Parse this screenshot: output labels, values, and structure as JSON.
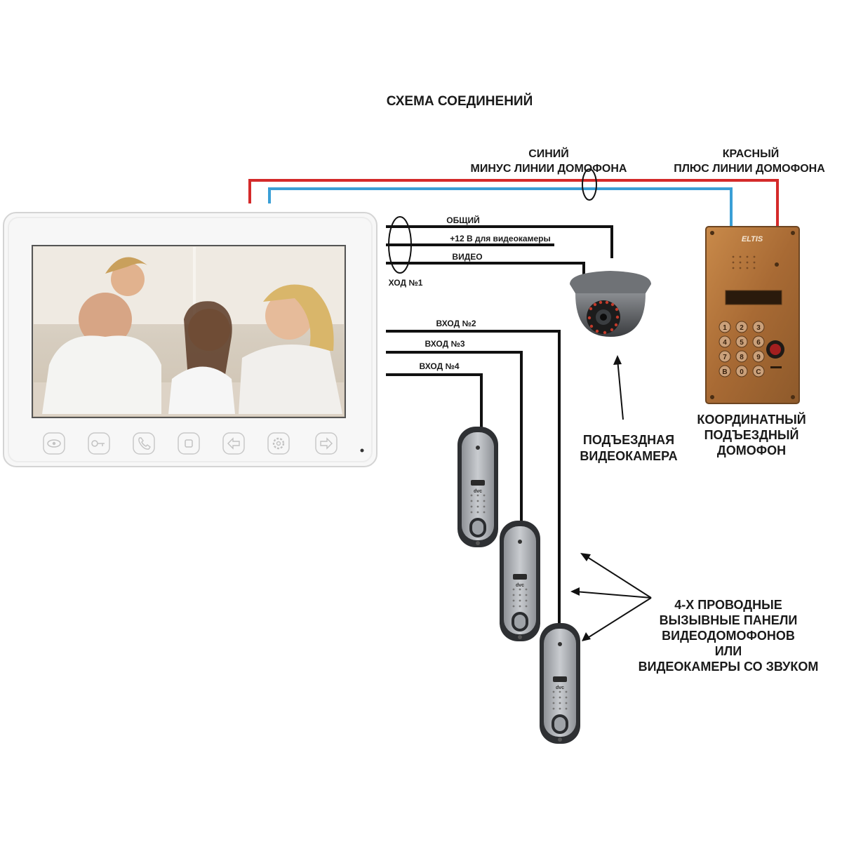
{
  "title": "СХЕМА СОЕДИНЕНИЙ",
  "wire_labels": {
    "blue_top": "СИНИЙ",
    "blue_bottom": "МИНУС  ЛИНИИ ДОМОФОНА",
    "red_top": "КРАСНЫЙ",
    "red_bottom": "ПЛЮС  ЛИНИИ ДОМОФОНА"
  },
  "input1": {
    "common": "ОБЩИЙ",
    "power": "+12 В для видеокамеры",
    "video": "ВИДЕО",
    "name": "ХОД №1"
  },
  "inputs": [
    "ВХОД №2",
    "ВХОД №3",
    "ВХОД №4"
  ],
  "camera_label": [
    "ПОДЪЕЗДНАЯ",
    "ВИДЕОКАМЕРА"
  ],
  "intercom_label": [
    "КООРДИНАТНЫЙ",
    "ПОДЪЕЗДНЫЙ",
    "ДОМОФОН"
  ],
  "intercom_brand": "ELTIS",
  "keypad_keys": [
    "1",
    "2",
    "3",
    "4",
    "5",
    "6",
    "7",
    "8",
    "9",
    "B",
    "0",
    "C"
  ],
  "panel_brand": "dvc",
  "panels_label": [
    "4-Х ПРОВОДНЫЕ",
    "ВЫЗЫВНЫЕ ПАНЕЛИ",
    "ВИДЕОДОМОФОНОВ",
    "ИЛИ",
    "ВИДЕОКАМЕРЫ СО ЗВУКОМ"
  ],
  "monitor_buttons": [
    "eye-icon",
    "key-icon",
    "phone-icon",
    "stop-icon",
    "back-icon",
    "gear-icon",
    "forward-icon"
  ],
  "colors": {
    "red_wire": "#d42a2a",
    "blue_wire": "#3a9fd6",
    "black_wire": "#111111",
    "intercom": "#b7773d"
  }
}
